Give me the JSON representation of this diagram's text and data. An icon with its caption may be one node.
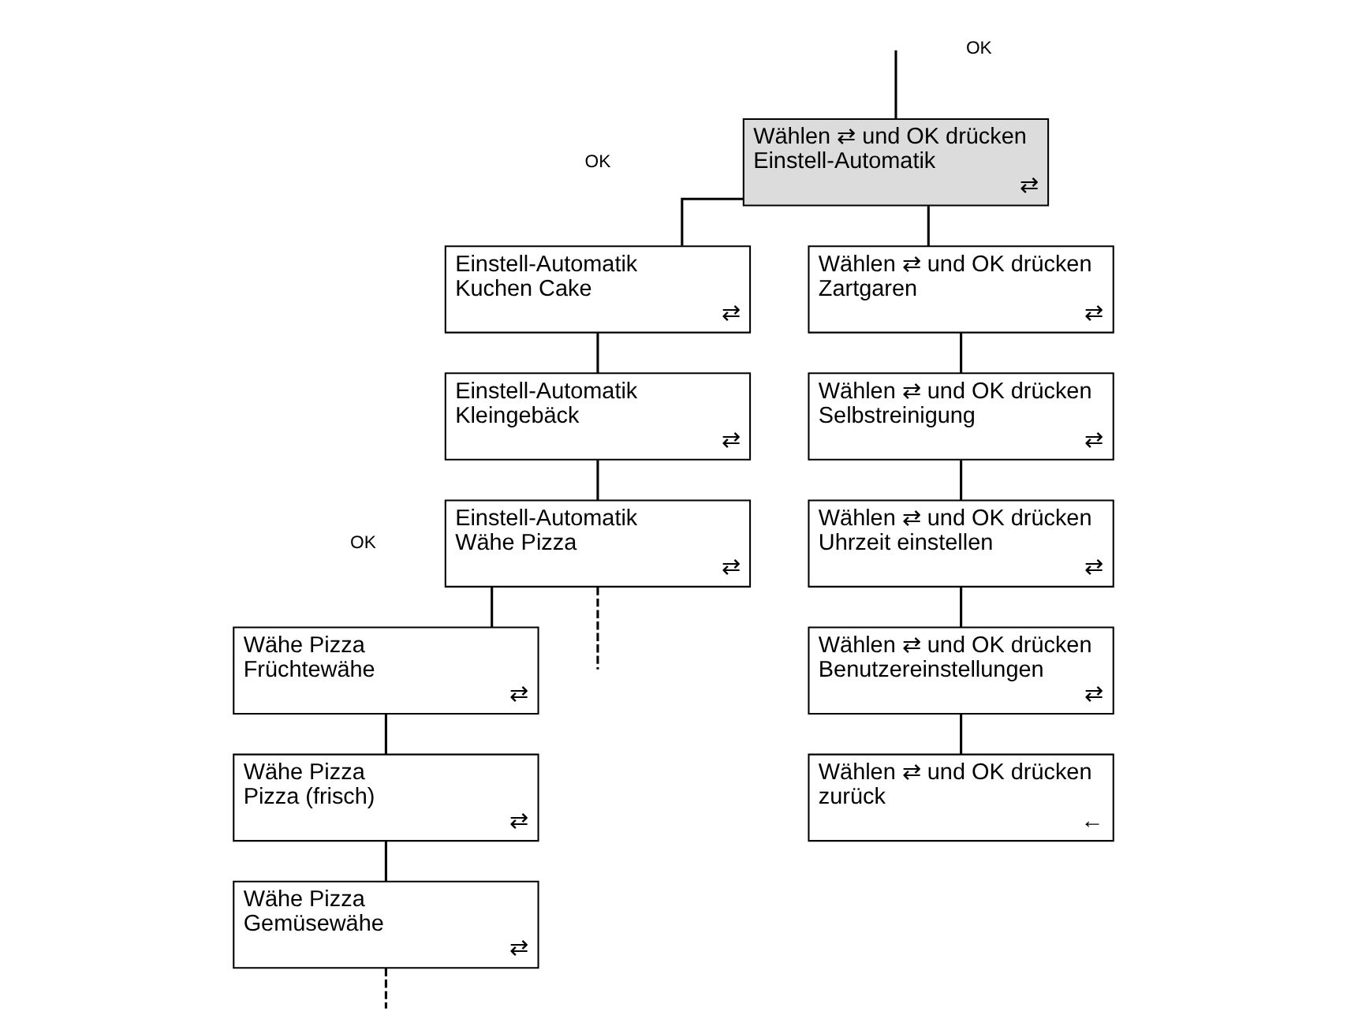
{
  "diagram": {
    "nodes": [
      {
        "text": [
          "Wählen ⇄ und OK drücken",
          "Einstell-Automatik",
          "⇄"
        ]
      },
      {
        "text": [
          "Wählen ⇄ und OK drücken",
          "Zartgaren",
          "⇄"
        ]
      },
      {
        "text": [
          "Wählen ⇄ und OK drücken",
          "Selbstreinigung",
          "⇄"
        ]
      },
      {
        "text": [
          "Wählen ⇄ und OK drücken",
          "Uhrzeit einstellen",
          "⇄"
        ]
      },
      {
        "text": [
          "Wählen ⇄ und OK drücken",
          "Benutzereinstellungen",
          "⇄"
        ]
      },
      {
        "text": [
          "Wählen ⇄ und OK drücken",
          "zurück",
          "←"
        ]
      },
      {
        "text": [
          "Einstell-Automatik",
          "Kuchen Cake",
          "⇄"
        ]
      },
      {
        "text": [
          "Einstell-Automatik",
          "Kleingebäck",
          "⇄"
        ]
      },
      {
        "text": [
          "Einstell-Automatik",
          "Wähe Pizza",
          "⇄"
        ]
      },
      {
        "text": [
          "Wähe Pizza",
          "Früchtewähe",
          "⇄"
        ]
      },
      {
        "text": [
          "Wähe Pizza",
          "Pizza (frisch)",
          "⇄"
        ]
      },
      {
        "text": [
          "Wähe Pizza",
          "Gemüsewähe",
          "⇄"
        ]
      }
    ],
    "edges": [
      {
        "from": null,
        "to": 0,
        "arrow": "none"
      },
      {
        "from": 0,
        "to": 1,
        "arrow": "none"
      },
      {
        "from": 1,
        "to": 2,
        "arrow": "none"
      },
      {
        "from": 2,
        "to": 3,
        "arrow": "none"
      },
      {
        "from": 3,
        "to": 4,
        "arrow": "none"
      },
      {
        "from": 4,
        "to": 5,
        "arrow": "none"
      },
      {
        "from": 0,
        "to": 6,
        "arrow": "none"
      },
      {
        "from": 6,
        "to": 7,
        "arrow": "none"
      },
      {
        "from": 7,
        "to": 8,
        "arrow": "none"
      },
      {
        "from": 8,
        "to": null,
        "arrow": "none",
        "style": "dashed"
      },
      {
        "from": 8,
        "to": 9,
        "arrow": "none"
      },
      {
        "from": 9,
        "to": 10,
        "arrow": "none"
      },
      {
        "from": 10,
        "to": 11,
        "arrow": "none"
      },
      {
        "from": 11,
        "to": null,
        "arrow": "none",
        "style": "dashed"
      }
    ],
    "labels": [
      "OK",
      "OK",
      "OK"
    ]
  }
}
